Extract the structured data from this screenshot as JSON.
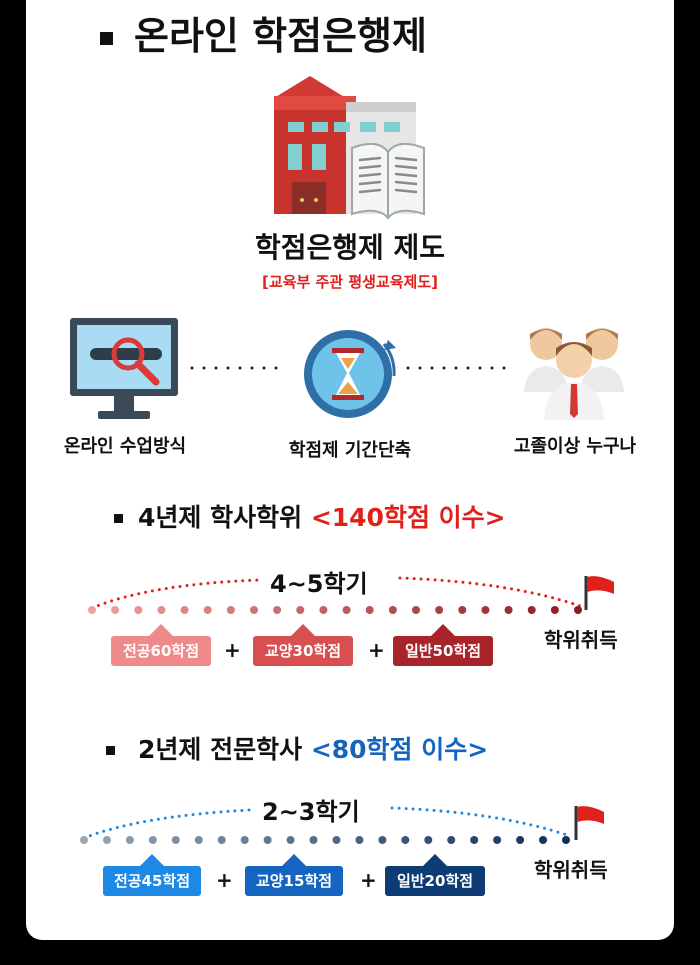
{
  "header": {
    "title": "온라인 학점은행제"
  },
  "intro": {
    "title": "학점은행제 제도",
    "subtitle": "[교육부 주관 평생교육제도]",
    "features": [
      {
        "label": "온라인 수업방식",
        "icon": "monitor-search-icon"
      },
      {
        "label": "학점제 기간단축",
        "icon": "hourglass-icon"
      },
      {
        "label": "고졸이상 누구나",
        "icon": "people-icon"
      }
    ]
  },
  "bachelor": {
    "title_prefix": "4년제 학사학위 ",
    "title_highlight": "<140학점 이수>",
    "duration": "4~5학기",
    "degree": "학위취득",
    "chips": [
      "전공60학점",
      "교양30학점",
      "일반50학점"
    ],
    "plus": [
      "+",
      "+"
    ],
    "colors": {
      "accent": "#e0201b",
      "chip1": "#ef8a8a",
      "chip2": "#d84f4f",
      "chip3": "#a8242b"
    }
  },
  "associate": {
    "title_prefix": "2년제 전문학사 ",
    "title_highlight": "<80학점 이수>",
    "duration": "2~3학기",
    "degree": "학위취득",
    "chips": [
      "전공45학점",
      "교양15학점",
      "일반20학점"
    ],
    "plus": [
      "+",
      "+"
    ],
    "colors": {
      "accent": "#1565c0",
      "chip1": "#1e88e5",
      "chip2": "#1565c0",
      "chip3": "#0d3b73"
    }
  }
}
